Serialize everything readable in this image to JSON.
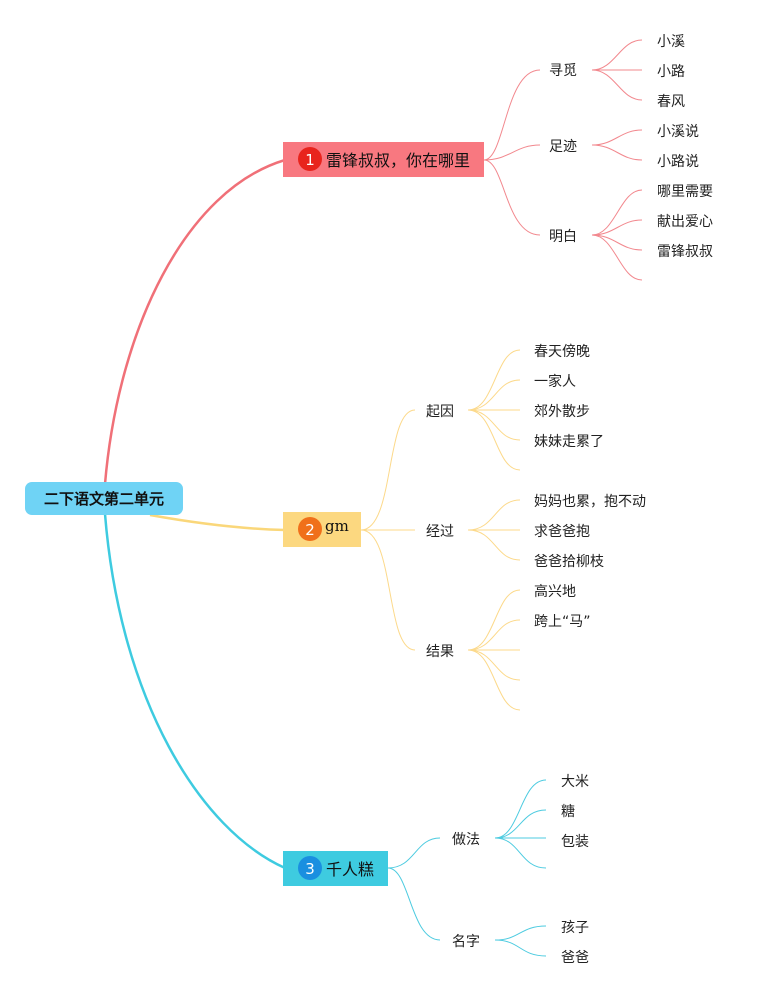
{
  "root": {
    "label": "二下语文第二单元",
    "color": "#6fd3f5"
  },
  "topics": [
    {
      "number": "1",
      "label": "雷锋叔叔，你在哪里",
      "color": "#f87880",
      "badge_color": "#e8241d",
      "branches": [
        {
          "label": "寻觅",
          "leaves": [
            "小溪",
            "小路",
            "春风"
          ]
        },
        {
          "label": "足迹",
          "leaves": [
            "小溪说",
            "小路说"
          ]
        },
        {
          "label": "明白",
          "leaves": [
            "哪里需要",
            "献出爱心",
            "雷锋叔叔",
            ""
          ]
        }
      ]
    },
    {
      "number": "2",
      "label": "gm",
      "color": "#fcd880",
      "badge_color": "#f0701a",
      "branches": [
        {
          "label": "起因",
          "leaves": [
            "春天傍晚",
            "一家人",
            "郊外散步",
            "妹妹走累了",
            ""
          ]
        },
        {
          "label": "经过",
          "leaves": [
            "妈妈也累，抱不动",
            "求爸爸抱",
            "爸爸拾柳枝"
          ]
        },
        {
          "label": "结果",
          "leaves": [
            "高兴地",
            "跨上“马”",
            "",
            "",
            ""
          ]
        }
      ]
    },
    {
      "number": "3",
      "label": "千人糕",
      "color": "#3ecbe0",
      "badge_color": "#1a8fe0",
      "branches": [
        {
          "label": "做法",
          "leaves": [
            "大米",
            "糖",
            "包装",
            ""
          ]
        },
        {
          "label": "名字",
          "leaves": [
            "孩子",
            "爸爸"
          ]
        }
      ]
    }
  ]
}
